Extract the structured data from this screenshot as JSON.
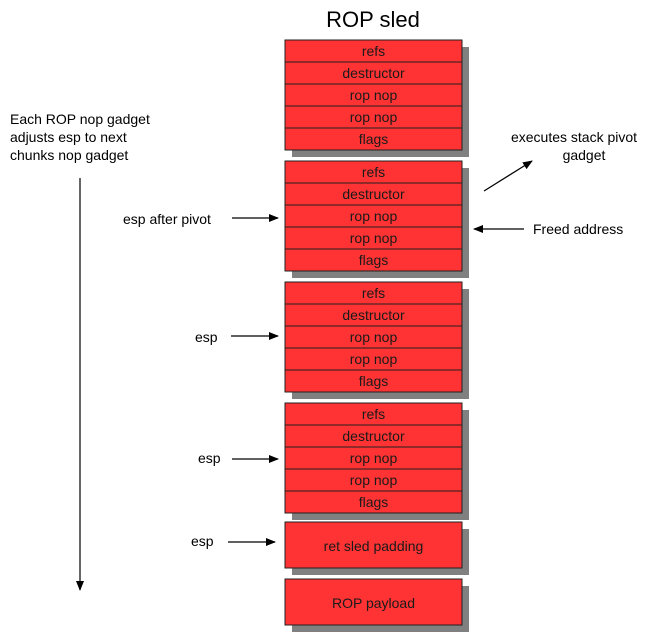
{
  "title": "ROP sled",
  "colors": {
    "cell_fill": "#ff3333",
    "cell_border": "#222222",
    "shadow": "#808080",
    "text": "#1a1a1a"
  },
  "chunks": [
    {
      "fields": [
        "refs",
        "destructor",
        "rop nop",
        "rop nop",
        "flags"
      ]
    },
    {
      "fields": [
        "refs",
        "destructor",
        "rop nop",
        "rop nop",
        "flags"
      ]
    },
    {
      "fields": [
        "refs",
        "destructor",
        "rop nop",
        "rop nop",
        "flags"
      ]
    },
    {
      "fields": [
        "refs",
        "destructor",
        "rop nop",
        "rop nop",
        "flags"
      ]
    }
  ],
  "padding_block": "ret sled padding",
  "payload_block": "ROP payload",
  "side_note": [
    "Each ROP nop gadget",
    "adjusts esp to next",
    "chunks nop gadget"
  ],
  "pivot_note": [
    "executes stack pivot",
    "gadget"
  ],
  "freed_label": "Freed address",
  "esp_after_pivot_label": "esp after pivot",
  "esp_labels": [
    "esp",
    "esp",
    "esp"
  ]
}
